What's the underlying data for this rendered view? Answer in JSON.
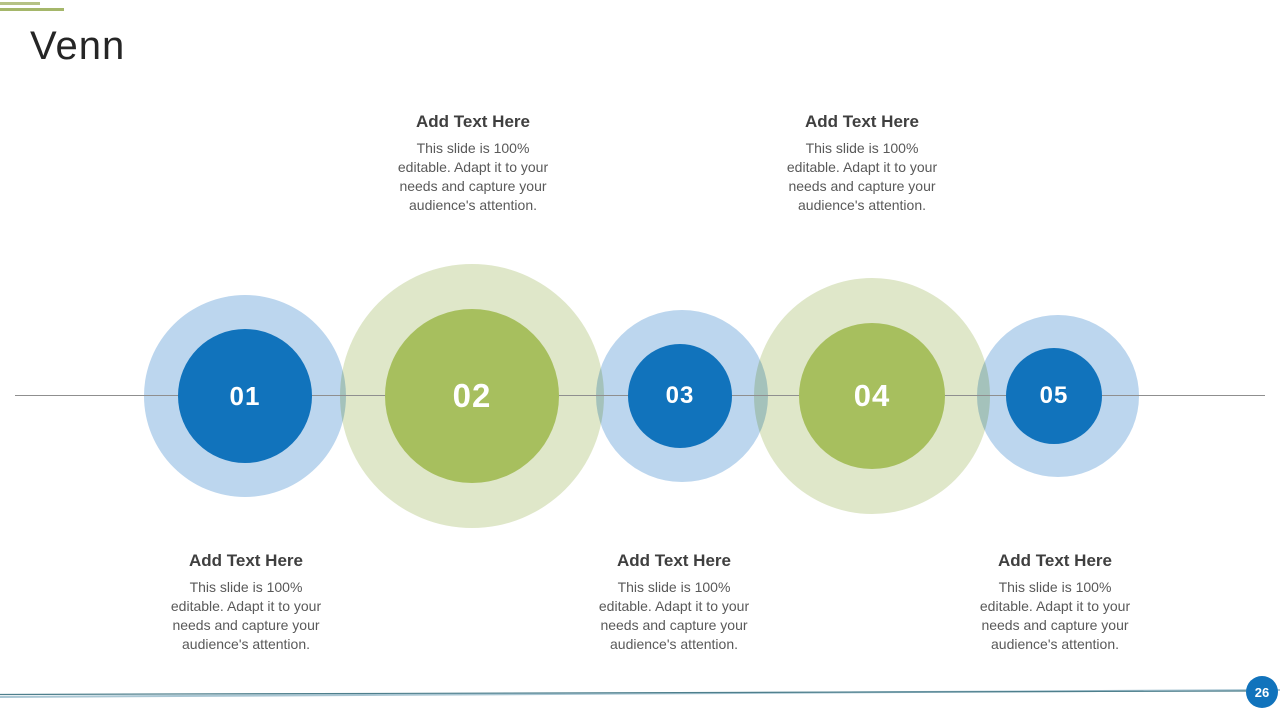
{
  "slide": {
    "title": "Venn",
    "page_number": "26"
  },
  "theme": {
    "inner_blue": "#1173bc",
    "outer_blue": "#bcd6ee",
    "inner_green": "#a7bf5e",
    "outer_green": "#dfe7c9",
    "axis_line": "#8f8f8f",
    "footer_line_light": "#a9c6d3",
    "footer_line_dark": "#4e7f8c",
    "badge_blue": "#1173bc",
    "accent_bar_1": "#b6c285",
    "accent_bar_2": "#a5b76a",
    "title_text": "#252525",
    "heading_text": "#3f3f3f",
    "body_text": "#595959"
  },
  "venn": {
    "items": [
      {
        "label": "01",
        "color": "blue"
      },
      {
        "label": "02",
        "color": "green"
      },
      {
        "label": "03",
        "color": "blue"
      },
      {
        "label": "04",
        "color": "green"
      },
      {
        "label": "05",
        "color": "blue"
      }
    ]
  },
  "text_blocks": [
    {
      "position": "top-1",
      "heading": "Add Text Here",
      "body": "This slide is 100%\neditable. Adapt it to your\nneeds and capture your\naudience's attention."
    },
    {
      "position": "top-2",
      "heading": "Add Text Here",
      "body": "This slide is 100%\neditable. Adapt it to your\nneeds and capture your\naudience's attention."
    },
    {
      "position": "bottom-1",
      "heading": "Add Text Here",
      "body": "This slide is 100%\neditable. Adapt it to your\nneeds and capture your\naudience's attention."
    },
    {
      "position": "bottom-2",
      "heading": "Add Text Here",
      "body": "This slide is 100%\neditable. Adapt it to your\nneeds and capture your\naudience's attention."
    },
    {
      "position": "bottom-3",
      "heading": "Add Text Here",
      "body": "This slide is 100%\neditable. Adapt it to your\nneeds and capture your\naudience's attention."
    }
  ]
}
